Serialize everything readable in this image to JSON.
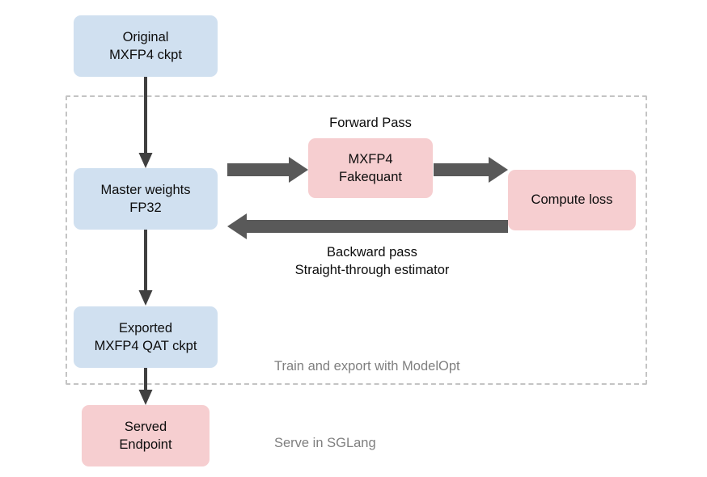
{
  "diagram": {
    "title_text_present": false,
    "background": "#ffffff",
    "colors": {
      "blue_node": "#d0e0f0",
      "pink_node": "#f6ced0",
      "thick_arrow": "#595959",
      "thin_arrow": "#404040",
      "group_border": "#c4c4c4",
      "caption_text": "#7f7f7f",
      "node_text": "#0d0d0d"
    },
    "nodes": [
      {
        "id": "original-ckpt",
        "label": "Original\nMXFP4 ckpt",
        "type": "blue"
      },
      {
        "id": "master-weights",
        "label": "Master weights\nFP32",
        "type": "blue"
      },
      {
        "id": "mxfp4-fakequant",
        "label": "MXFP4\nFakequant",
        "type": "pink"
      },
      {
        "id": "compute-loss",
        "label": "Compute loss",
        "type": "pink"
      },
      {
        "id": "exported-ckpt",
        "label": "Exported\nMXFP4 QAT ckpt",
        "type": "blue"
      },
      {
        "id": "served-endpoint",
        "label": "Served\nEndpoint",
        "type": "pink"
      }
    ],
    "labels": {
      "forward_pass": "Forward Pass",
      "backward_pass": "Backward pass\nStraight-through estimator"
    },
    "captions": {
      "train_export": "Train and export with ModelOpt",
      "serve": "Serve in SGLang"
    },
    "group": {
      "name": "Train and export with ModelOpt"
    }
  }
}
